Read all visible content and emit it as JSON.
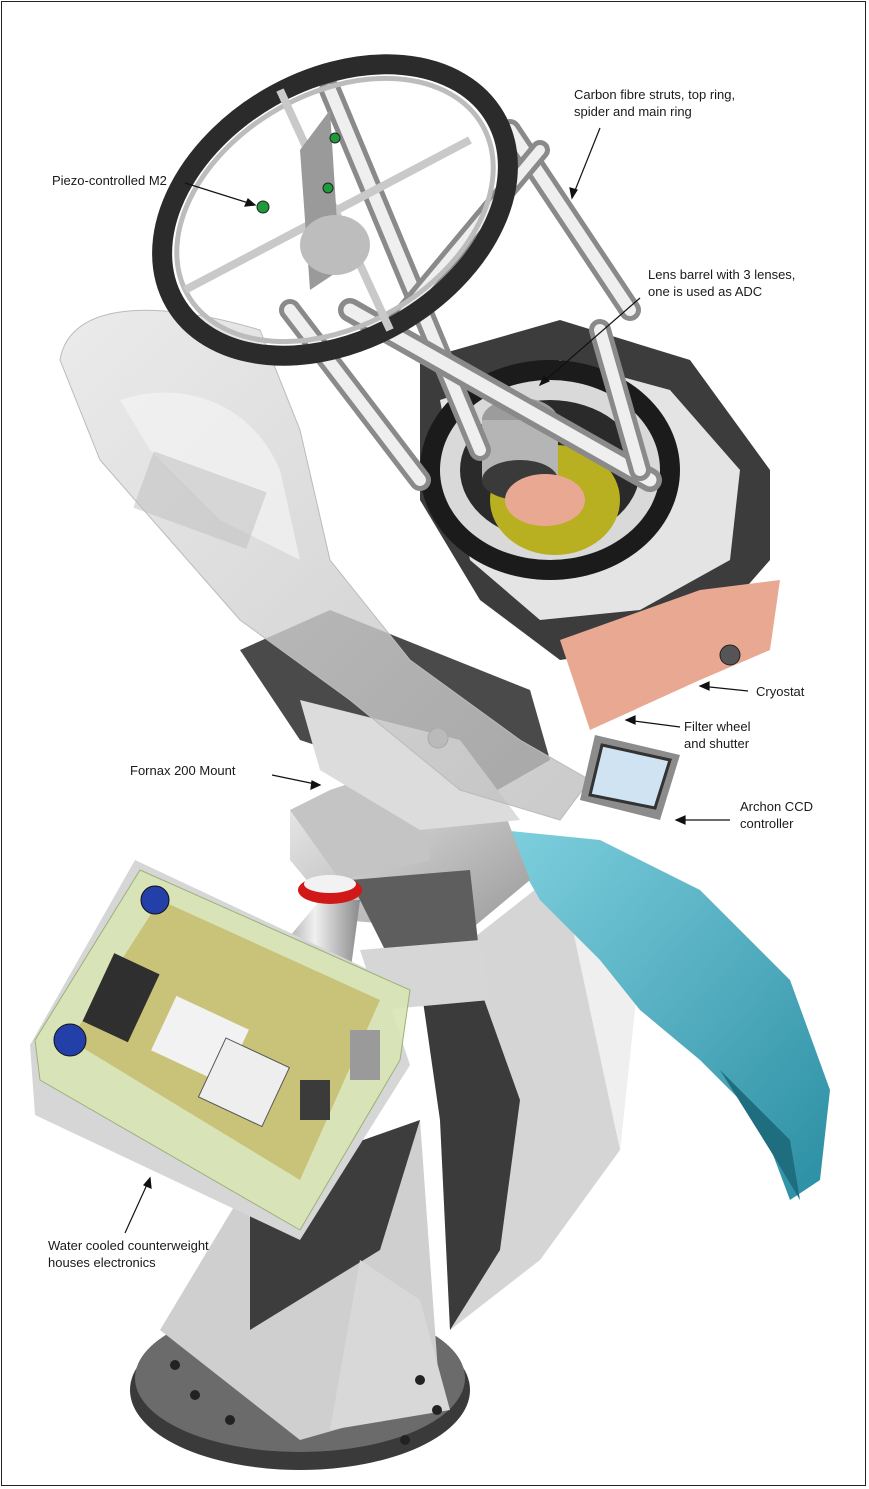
{
  "labels": {
    "carbon": [
      "Carbon fibre struts, top ring,",
      "spider and main ring"
    ],
    "piezo": [
      "Piezo-controlled M2"
    ],
    "lens": [
      "Lens barrel with 3 lenses,",
      "one is used as ADC"
    ],
    "cryostat": [
      "Cryostat"
    ],
    "filter": [
      "Filter wheel",
      "and shutter"
    ],
    "mount": [
      "Fornax 200 Mount"
    ],
    "archon": [
      "Archon CCD",
      "controller"
    ],
    "counterweight": [
      "Water cooled counterweight",
      "houses electronics"
    ]
  },
  "colors": {
    "frame": "#222222",
    "metal_light": "#d9d9d9",
    "metal_mid": "#a9a9a9",
    "metal_dark": "#3a3a3a",
    "ring": "#2b2b2b",
    "counterweight_glass": "#d8e6b4",
    "board": "#c9c37a",
    "cryostat_copper": "#e9a892",
    "teal_cover": "#3aa7bd",
    "red_band": "#d11818",
    "yellow_mirror": "#b8b020"
  }
}
